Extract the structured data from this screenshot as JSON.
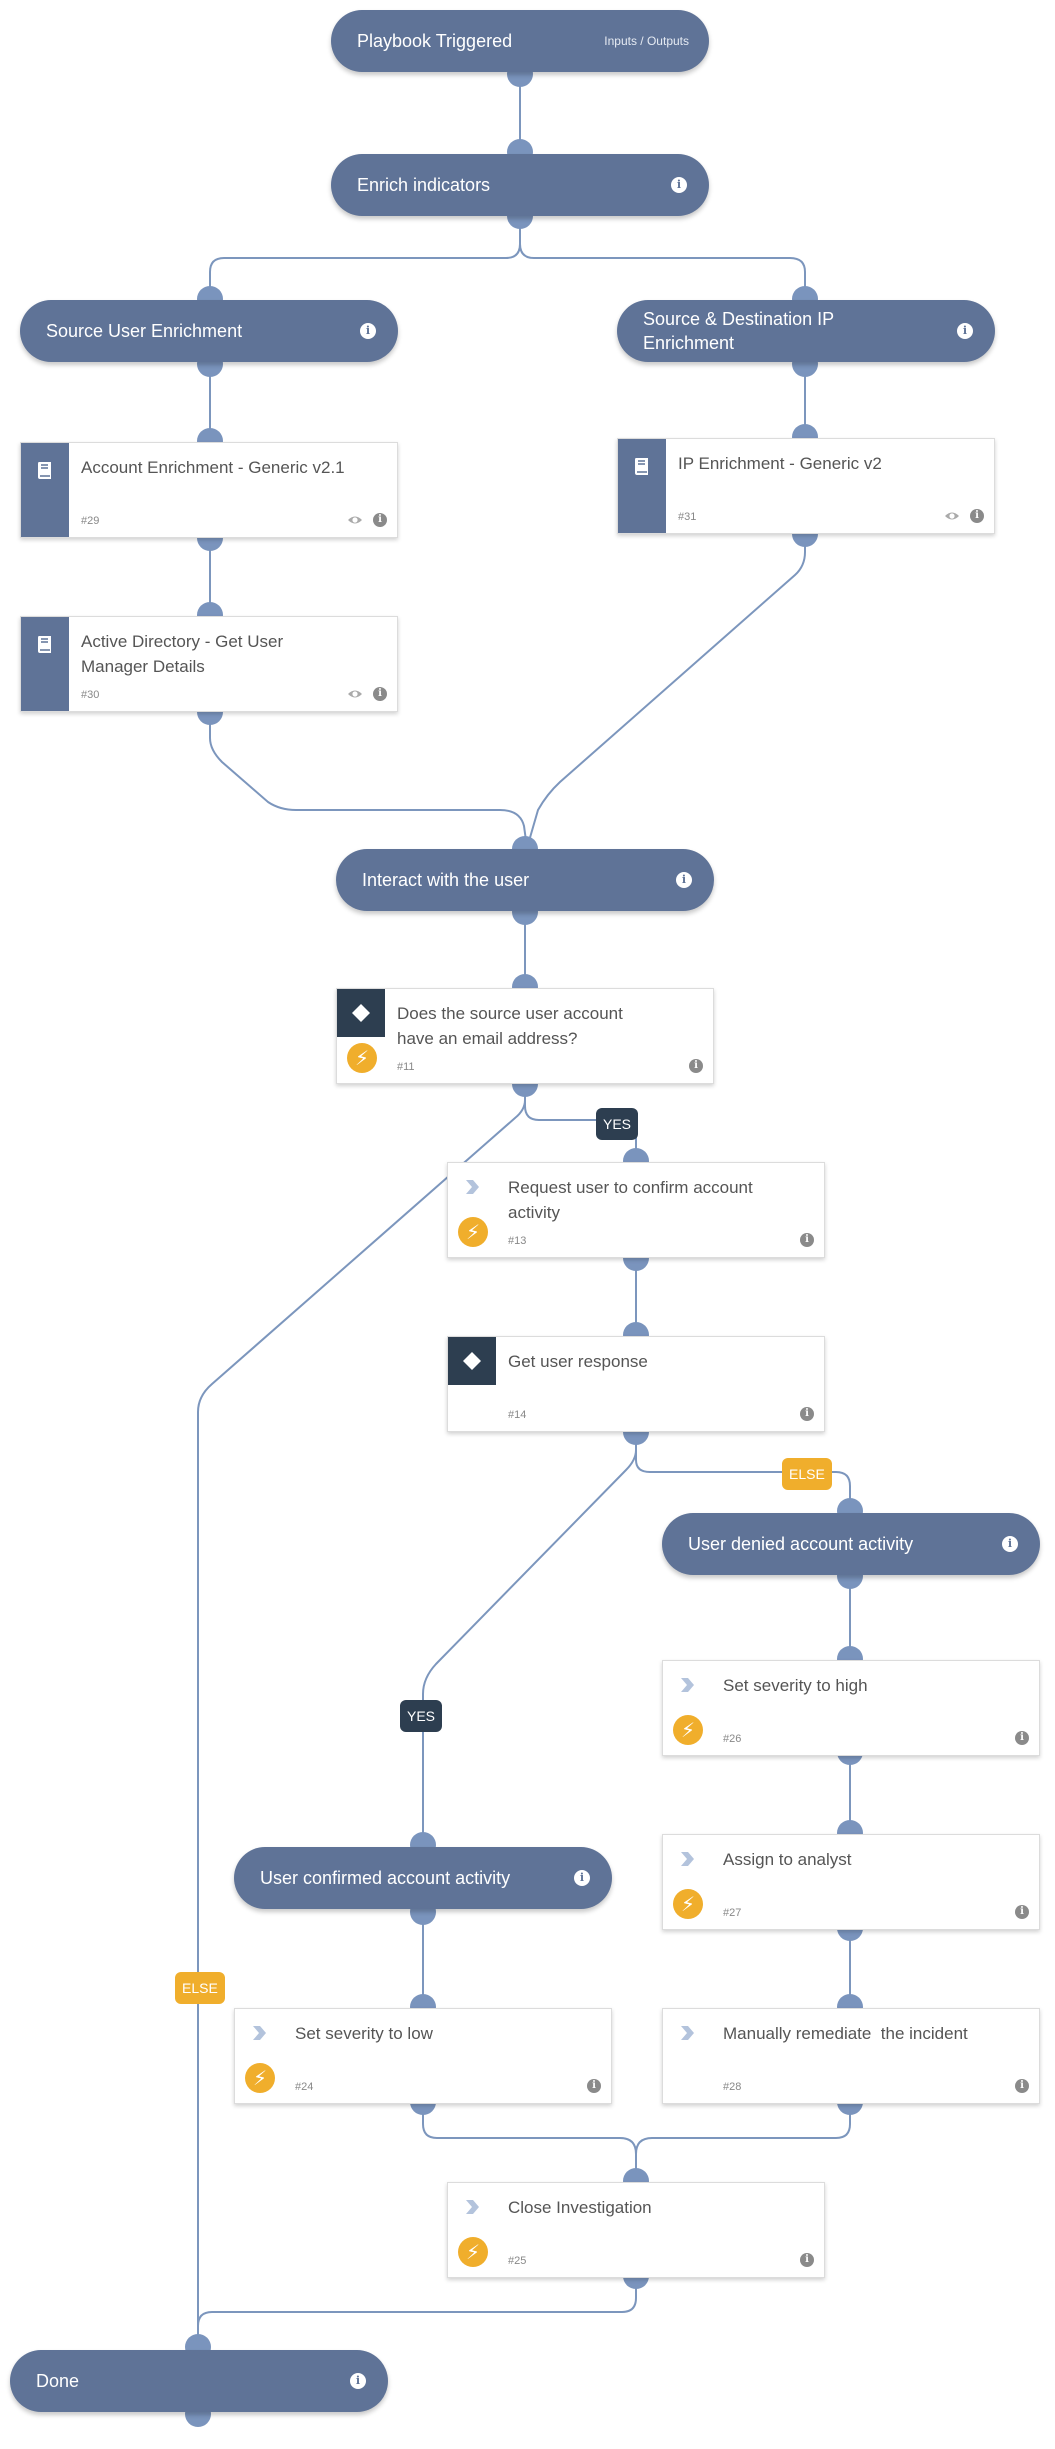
{
  "sections": {
    "playbook_triggered": {
      "title": "Playbook Triggered",
      "io_label": "Inputs / Outputs"
    },
    "enrich_indicators": {
      "title": "Enrich indicators"
    },
    "source_user_enrichment": {
      "title": "Source User Enrichment"
    },
    "source_destination_ip": {
      "title": "Source & Destination IP Enrichment"
    },
    "interact_with_user": {
      "title": "Interact with the user"
    },
    "user_denied": {
      "title": "User denied account activity"
    },
    "user_confirmed": {
      "title": "User confirmed account activity"
    },
    "done": {
      "title": "Done"
    }
  },
  "tasks": {
    "t29": {
      "title": "Account Enrichment - Generic v2.1",
      "num": "#29"
    },
    "t31": {
      "title": "IP Enrichment - Generic v2",
      "num": "#31"
    },
    "t30": {
      "title": "Active Directory - Get User Manager Details",
      "num": "#30"
    },
    "t11": {
      "title": "Does the source user account have an email address?",
      "num": "#11"
    },
    "t13": {
      "title": "Request user to confirm account activity",
      "num": "#13"
    },
    "t14": {
      "title": "Get user response",
      "num": "#14"
    },
    "t26": {
      "title": "Set severity to high",
      "num": "#26"
    },
    "t27": {
      "title": "Assign to analyst",
      "num": "#27"
    },
    "t24": {
      "title": "Set severity to low",
      "num": "#24"
    },
    "t28": {
      "title": "Manually remediate  the incident",
      "num": "#28"
    },
    "t25": {
      "title": "Close Investigation",
      "num": "#25"
    }
  },
  "badges": {
    "yes_1": "YES",
    "else_1": "ELSE",
    "yes_2": "YES",
    "else_2": "ELSE"
  },
  "colors": {
    "section": "#5f7397",
    "edge": "#7c96bd",
    "port": "#7a94bd",
    "condition": "#2d3e50",
    "automation": "#f0ae2c"
  },
  "icons": {
    "playbook_task": "book-icon",
    "condition_task": "diamond-icon",
    "regular_task": "chevron-icon",
    "automation": "lightning-icon",
    "info": "info-icon",
    "view": "eye-icon"
  }
}
